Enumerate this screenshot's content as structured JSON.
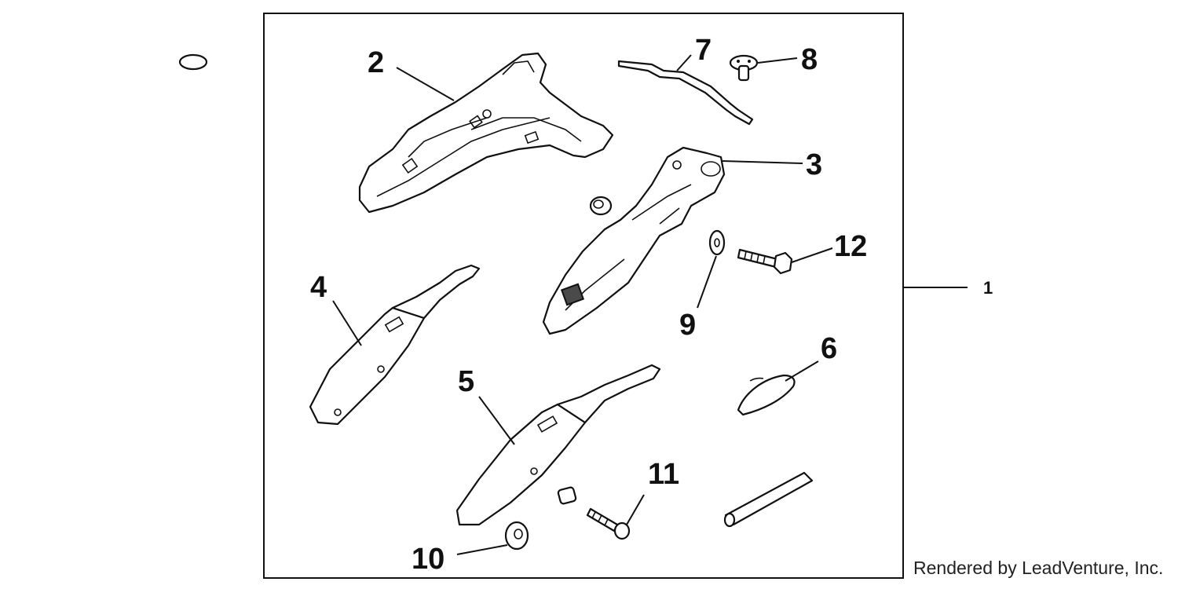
{
  "diagram": {
    "callouts": [
      {
        "id": "1",
        "label": "1"
      },
      {
        "id": "2",
        "label": "2"
      },
      {
        "id": "3",
        "label": "3"
      },
      {
        "id": "4",
        "label": "4"
      },
      {
        "id": "5",
        "label": "5"
      },
      {
        "id": "6",
        "label": "6"
      },
      {
        "id": "7",
        "label": "7"
      },
      {
        "id": "8",
        "label": "8"
      },
      {
        "id": "9",
        "label": "9"
      },
      {
        "id": "10",
        "label": "10"
      },
      {
        "id": "11",
        "label": "11"
      },
      {
        "id": "12",
        "label": "12"
      }
    ],
    "credit": "Rendered by LeadVenture, Inc."
  }
}
